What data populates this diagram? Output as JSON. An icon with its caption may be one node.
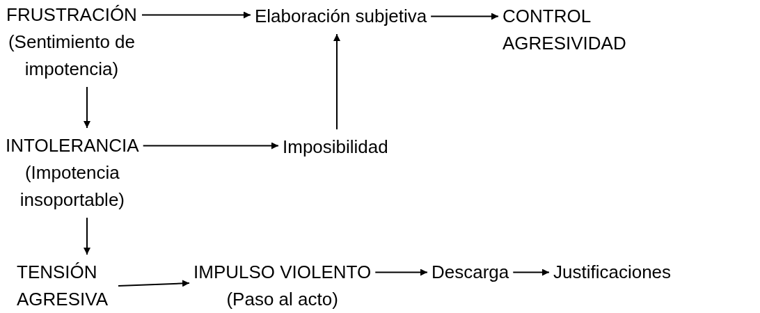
{
  "diagram": {
    "nodes": [
      {
        "text": [
          "FRUSTRACIÓN",
          "(Sentimiento de impotencia)"
        ]
      },
      {
        "text": [
          "Elaboración subjetiva"
        ]
      },
      {
        "text": [
          "CONTROL AGRESIVIDAD"
        ]
      },
      {
        "text": [
          "INTOLERANCIA",
          "(Impotencia insoportable)"
        ]
      },
      {
        "text": [
          "Imposibilidad"
        ]
      },
      {
        "text": [
          "TENSIÓN AGRESIVA"
        ]
      },
      {
        "text": [
          "IMPULSO VIOLENTO",
          "(Paso al acto)"
        ]
      },
      {
        "text": [
          "Descarga"
        ]
      },
      {
        "text": [
          "Justificaciones"
        ]
      }
    ],
    "edges": [
      {
        "from": 0,
        "to": 1,
        "arrow": "to"
      },
      {
        "from": 1,
        "to": 2,
        "arrow": "to"
      },
      {
        "from": 0,
        "to": 3,
        "arrow": "to"
      },
      {
        "from": 3,
        "to": 4,
        "arrow": "to"
      },
      {
        "from": 4,
        "to": 1,
        "arrow": "to"
      },
      {
        "from": 3,
        "to": 5,
        "arrow": "to"
      },
      {
        "from": 5,
        "to": 6,
        "arrow": "to"
      },
      {
        "from": 6,
        "to": 7,
        "arrow": "to"
      },
      {
        "from": 7,
        "to": 8,
        "arrow": "to"
      }
    ]
  }
}
